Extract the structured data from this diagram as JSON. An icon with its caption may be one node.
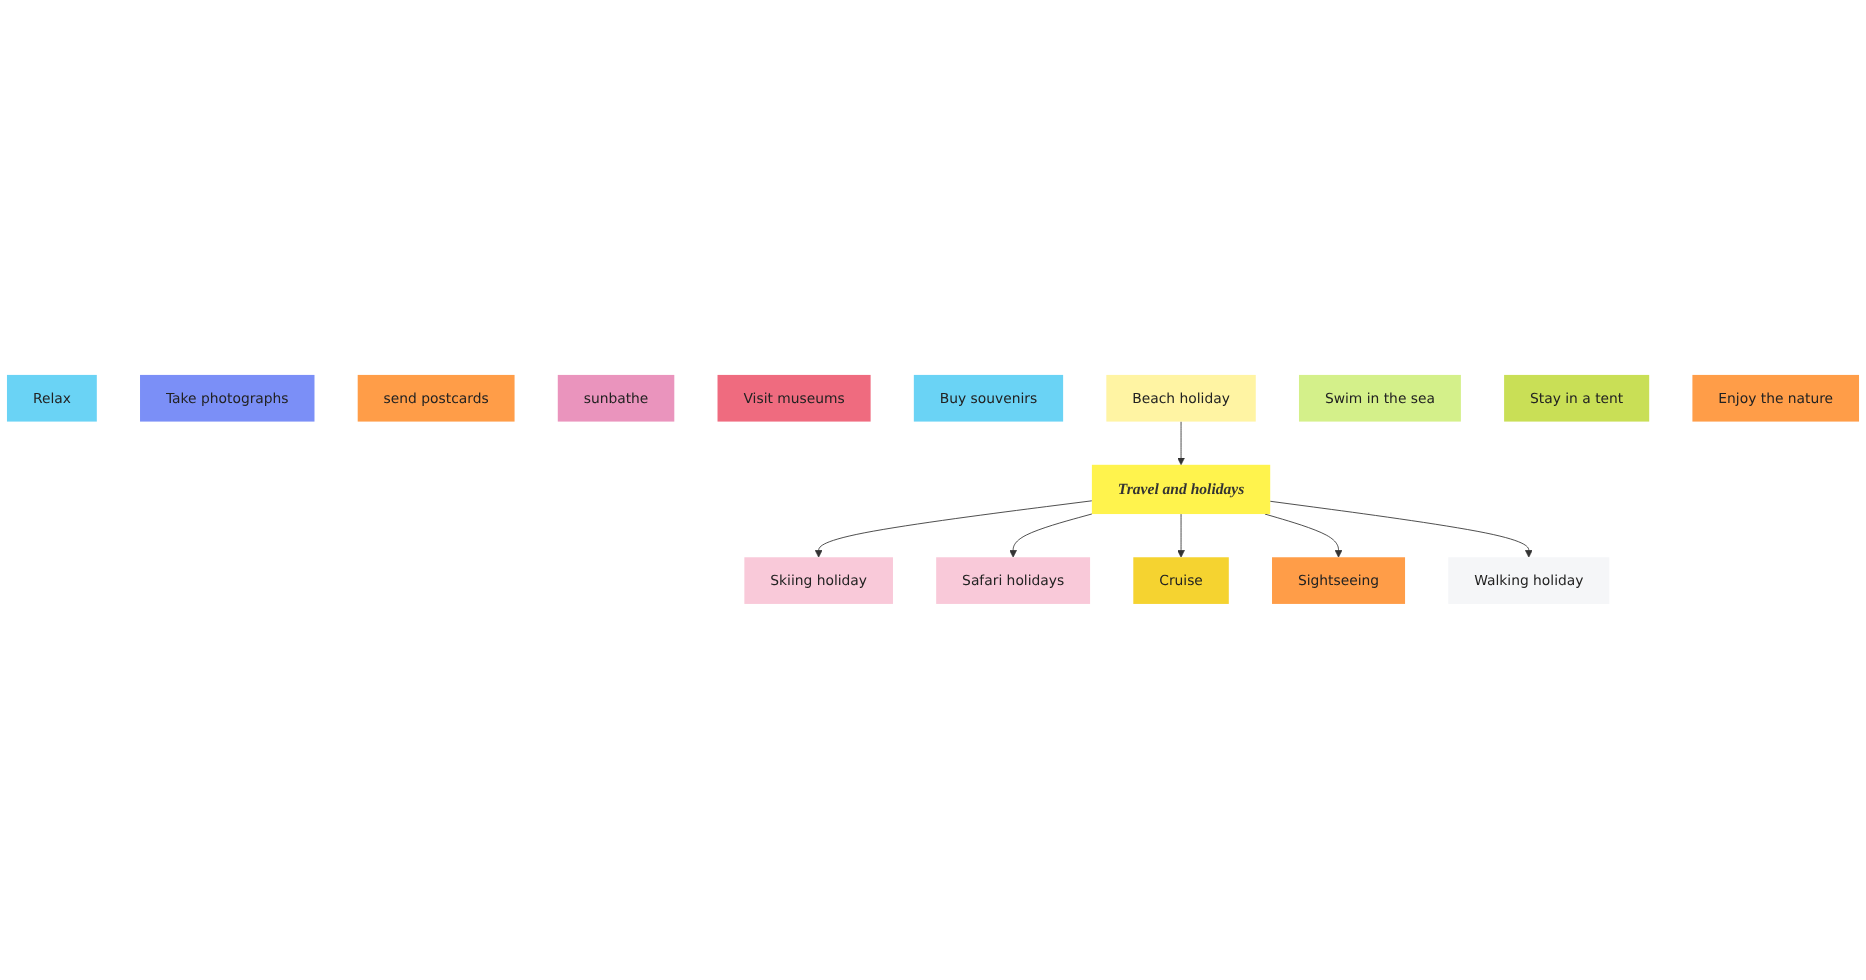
{
  "diagram": {
    "nodes": [
      {
        "text": [
          "Travel and holidays"
        ]
      },
      {
        "text": [
          "Relax"
        ]
      },
      {
        "text": [
          "Skiing holiday"
        ]
      },
      {
        "text": [
          "Safari holidays"
        ]
      },
      {
        "text": [
          "Take photographs"
        ]
      },
      {
        "text": [
          "Cruise"
        ]
      },
      {
        "text": [
          "send postcards"
        ]
      },
      {
        "text": [
          "sunbathe"
        ]
      },
      {
        "text": [
          "Sightseeing"
        ]
      },
      {
        "text": [
          "Visit museums"
        ]
      },
      {
        "text": [
          "Buy souvenirs"
        ]
      },
      {
        "text": [
          "Beach holiday"
        ]
      },
      {
        "text": [
          "Swim in the sea"
        ]
      },
      {
        "text": [
          "Walking holiday"
        ]
      },
      {
        "text": [
          "Stay in a tent"
        ]
      },
      {
        "text": [
          "Enjoy the nature"
        ]
      }
    ],
    "edges": [
      {
        "from": 0,
        "to": 2,
        "arrow": "to"
      },
      {
        "from": 0,
        "to": 3,
        "arrow": "to"
      },
      {
        "from": 0,
        "to": 5,
        "arrow": "to"
      },
      {
        "from": 0,
        "to": 8,
        "arrow": "to"
      },
      {
        "from": 11,
        "to": 0,
        "arrow": "to"
      },
      {
        "from": 0,
        "to": 13,
        "arrow": "to"
      }
    ]
  }
}
